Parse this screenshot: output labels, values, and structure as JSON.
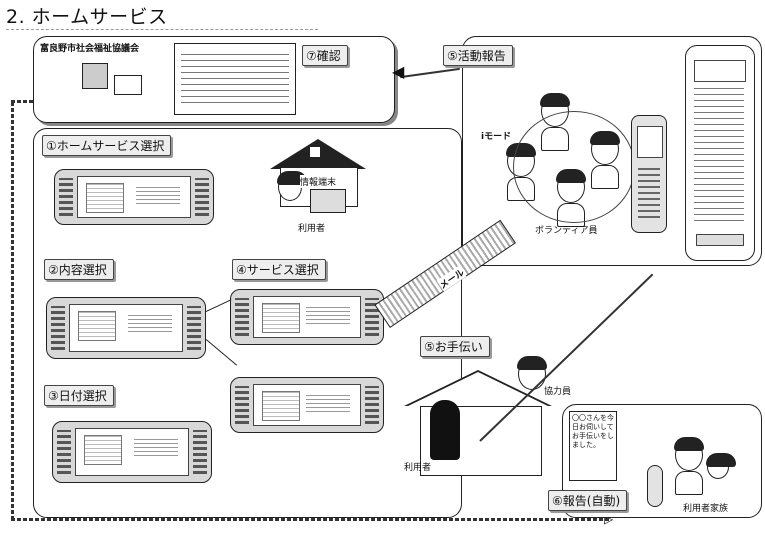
{
  "title": "2. ホームサービス",
  "steps": {
    "select_home_service": "①ホームサービス選択",
    "content_select": "②内容選択",
    "date_select": "③日付選択",
    "service_select": "④サービス選択",
    "help": "⑤お手伝い",
    "report_auto": "⑥報告(自動)",
    "activity_report": "⑤活動報告",
    "confirm": "⑦確認"
  },
  "labels": {
    "council_name": "富良野市社会福祉協議会",
    "user": "利用者",
    "info_terminal": "情報端末",
    "imode": "iモード",
    "volunteer": "ボランティア員",
    "cooperator": "協力員",
    "user_family": "利用者家族",
    "mail": "メール"
  },
  "report_message": "〇〇さんを今日お伺いしてお手伝いをしました。"
}
